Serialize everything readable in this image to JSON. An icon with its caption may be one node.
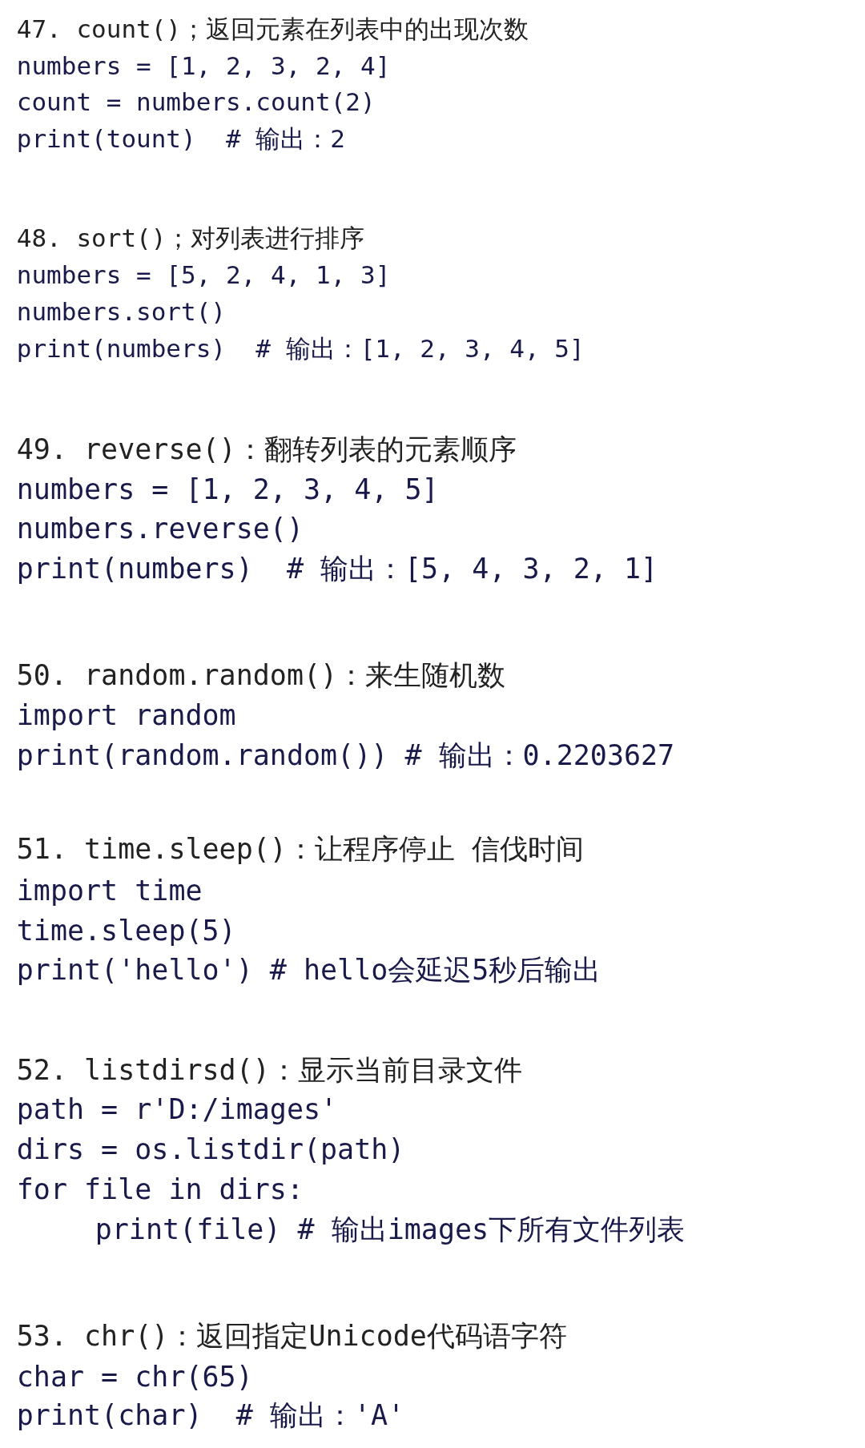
{
  "diagram": {
    "labels": [
      "47. count()；返回元素在列表中的出现次数",
      "numbers = [1, 2, 3, 2, 4]",
      "count = numbers.count(2)",
      "print(tount)  # 输出：2",
      "48. sort()；对列表进行排序",
      "numbers = [5, 2, 4, 1, 3]",
      "numbers.sort()",
      "print(numbers)  # 输出：[1, 2, 3, 4, 5]",
      "49. reverse()：翻转列表的元素顺序",
      "numbers = [1, 2, 3, 4, 5]",
      "numbers.reverse()",
      "print(numbers)  # 输出：[5, 4, 3, 2, 1]",
      "50. random.random()：来生随机数",
      "import random",
      "print(random.random()) # 输出：0.2203627",
      "51. time.sleep()：让程序停止 信伐时间",
      "import time",
      "time.sleep(5)",
      "print('hello') # hello会延迟5秒后输出",
      "52. listdirsd()：显示当前目录文件",
      "path = r'D:/images'",
      "dirs = os.listdir(path)",
      "for file in dirs:",
      "print(file) # 输出images下所有文件列表",
      "53. chr()：返回指定Unicode代码语字符",
      "char = chr(65)",
      "print(char)  # 输出：'A'"
    ]
  }
}
